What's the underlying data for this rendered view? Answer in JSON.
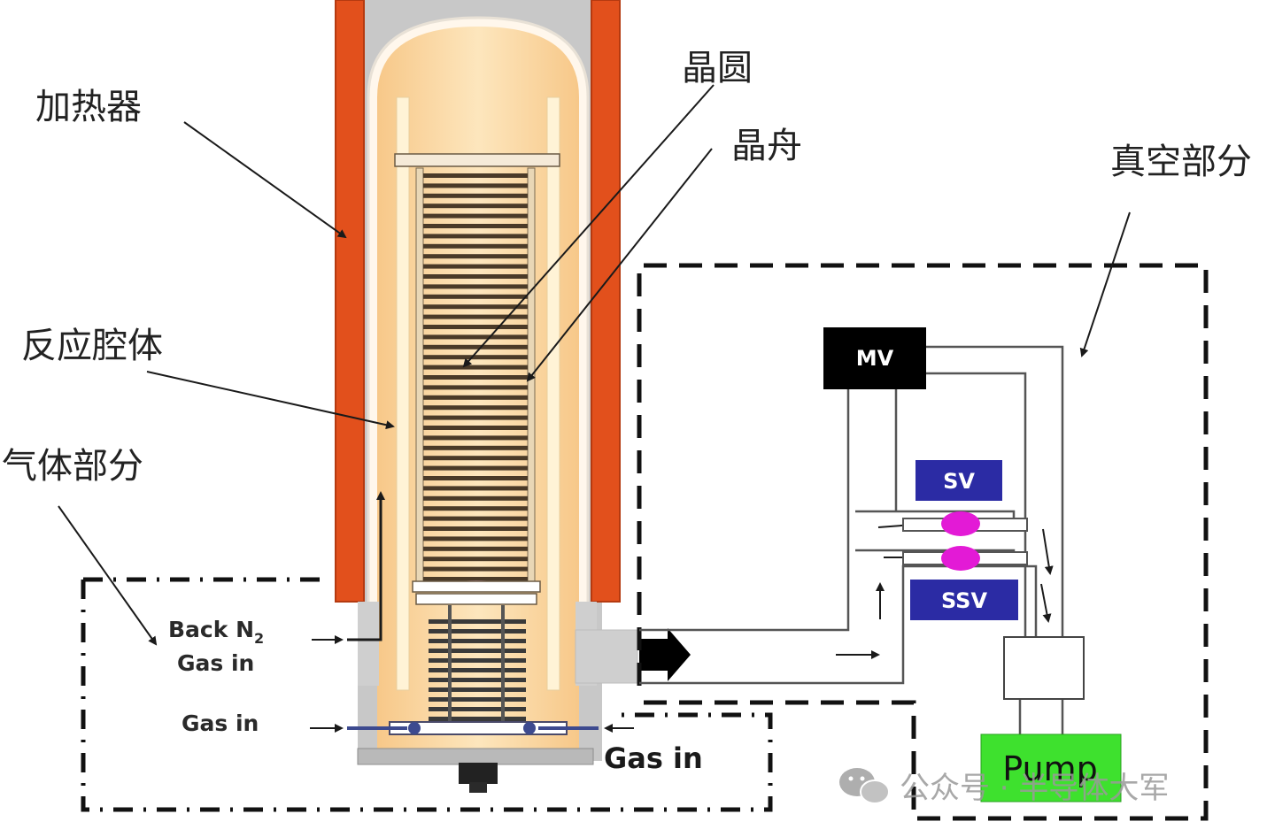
{
  "labels": {
    "heater": "加热器",
    "wafer": "晶圆",
    "wafer_boat": "晶舟",
    "vacuum_section": "真空部分",
    "reaction_chamber": "反应腔体",
    "gas_section": "气体部分",
    "back_n2_line1": "Back N",
    "back_n2_sub": "2",
    "back_n2_line2": "Gas in",
    "gas_in_left": "Gas in",
    "gas_in_right": "Gas in"
  },
  "vacuum": {
    "mv": "MV",
    "sv": "SV",
    "ssv": "SSV",
    "pump": "Pump"
  },
  "watermark": "公众号 · 半导体大军",
  "colors": {
    "heater": "#e2501c",
    "chamber_fill": "#fbd9a4",
    "mv_box": "#000000",
    "valve_box": "#2b2ba4",
    "pump_box": "#3ee12e",
    "seal": "#e31ad6"
  }
}
